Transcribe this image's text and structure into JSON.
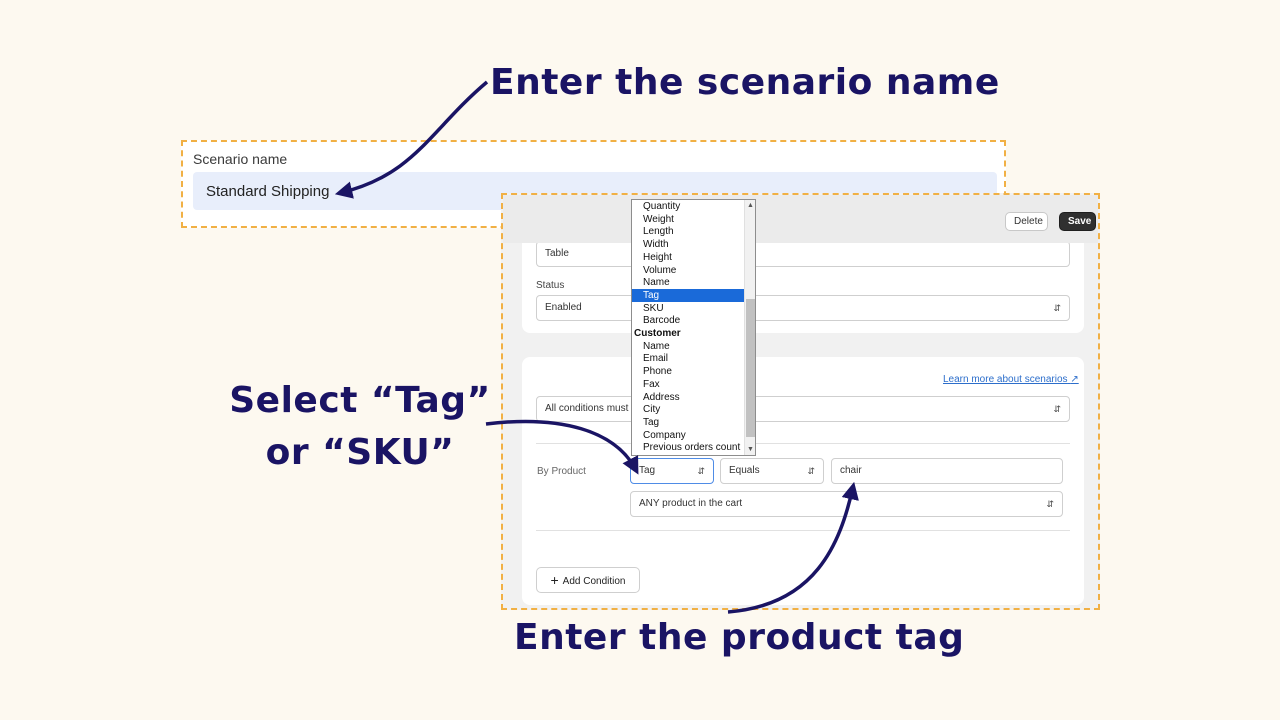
{
  "callouts": {
    "name": "Enter the scenario name",
    "select_line1": "Select “Tag”",
    "select_line2": "or “SKU”",
    "tag": "Enter the product tag"
  },
  "scenario": {
    "label": "Scenario name",
    "value": "Standard Shipping"
  },
  "toolbar": {
    "delete_label": "Delete",
    "save_label": "Save"
  },
  "settings": {
    "type_value": "Table",
    "status_label": "Status",
    "status_value": "Enabled"
  },
  "conditions": {
    "learn_more": "Learn more about scenarios",
    "match_value": "All conditions must n",
    "by_product_label": "By Product",
    "field_value": "Tag",
    "operator_value": "Equals",
    "input_value": "chair",
    "scope_value": "ANY product in the cart",
    "add_button": "Add Condition"
  },
  "dropdown": {
    "items": [
      "Quantity",
      "Weight",
      "Length",
      "Width",
      "Height",
      "Volume",
      "Name",
      "Tag",
      "SKU",
      "Barcode",
      "Customer",
      "Name",
      "Email",
      "Phone",
      "Fax",
      "Address",
      "City",
      "Tag",
      "Company",
      "Previous orders count"
    ],
    "selected_item": "Tag",
    "group_header": "Customer"
  },
  "colors": {
    "callout_text": "#1a1464",
    "dashed_border": "#f1b044",
    "selected_bg": "#1a6ad9",
    "link": "#2c6ecb"
  },
  "icons": [
    "chevron-up-down-icon",
    "external-link-icon",
    "plus-icon",
    "scroll-up-icon",
    "scroll-down-icon",
    "arrow-pointer-icon"
  ]
}
